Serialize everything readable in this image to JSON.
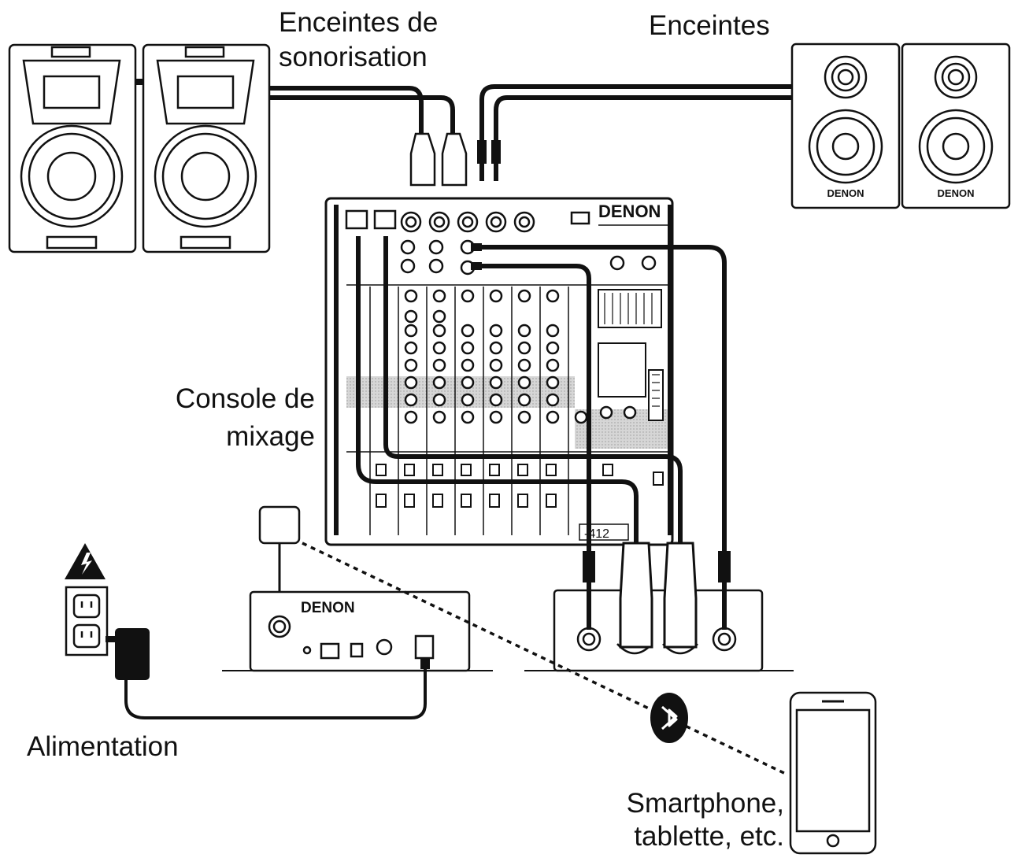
{
  "labels": {
    "pa_speakers_line1": "Enceintes de",
    "pa_speakers_line2": "sonorisation",
    "monitors": "Enceintes",
    "mixer_line1": "Console de",
    "mixer_line2": "mixage",
    "power": "Alimentation",
    "device_line1": "Smartphone,",
    "device_line2": "tablette, etc."
  },
  "brand": {
    "mixer": "DENON",
    "receiver": "DENON",
    "monitor_left": "DENON",
    "monitor_right": "DENON"
  },
  "mixer_model_fragment": "-412",
  "colors": {
    "line": "#111111",
    "panel": "#ffffff",
    "shade": "#cfcfcf"
  }
}
